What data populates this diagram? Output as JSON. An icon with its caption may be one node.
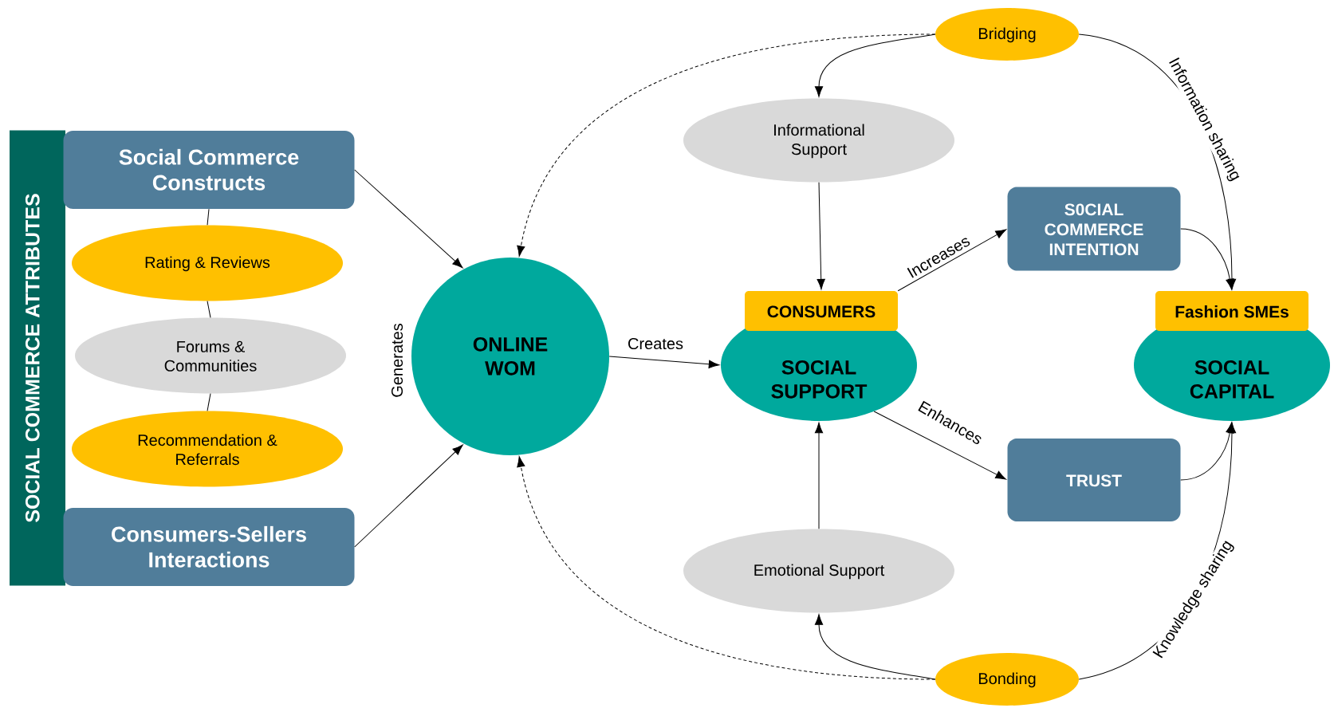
{
  "diagram": {
    "nodes": [
      {
        "text": [
          "SOCIAL COMMERCE ATTRIBUTES"
        ]
      },
      {
        "text": [
          "Social Commerce Constructs"
        ]
      },
      {
        "text": [
          "Rating & Reviews"
        ]
      },
      {
        "text": [
          "Forums & Communities"
        ]
      },
      {
        "text": [
          "Recommendation & Referrals"
        ]
      },
      {
        "text": [
          "Consumers-Sellers Interactions"
        ]
      },
      {
        "text": [
          "ONLINE WOM"
        ]
      },
      {
        "text": [
          "Bridging"
        ]
      },
      {
        "text": [
          "Informational Support"
        ]
      },
      {
        "text": [
          "SOCIAL SUPPORT"
        ]
      },
      {
        "text": [
          "CONSUMERS"
        ]
      },
      {
        "text": [
          "S0CIAL COMMERCE INTENTION"
        ]
      },
      {
        "text": [
          "TRUST"
        ]
      },
      {
        "text": [
          "Emotional Support"
        ]
      },
      {
        "text": [
          "Bonding"
        ]
      },
      {
        "text": [
          "SOCIAL CAPITAL"
        ]
      },
      {
        "text": [
          "Fashion SMEs"
        ]
      }
    ],
    "edges": [
      {
        "from": 1,
        "to": 2,
        "arrow": "none"
      },
      {
        "from": 2,
        "to": 3,
        "arrow": "none"
      },
      {
        "from": 3,
        "to": 4,
        "arrow": "none"
      },
      {
        "from": 1,
        "to": 6,
        "arrow": "to"
      },
      {
        "from": 5,
        "to": 6,
        "arrow": "to"
      },
      {
        "from": 7,
        "to": 6,
        "arrow": "to",
        "style": "dashed"
      },
      {
        "from": 14,
        "to": 6,
        "arrow": "to",
        "style": "dashed"
      },
      {
        "from": 6,
        "to": 9,
        "arrow": "to",
        "label": "Creates"
      },
      {
        "from": 7,
        "to": 8,
        "arrow": "to"
      },
      {
        "from": 8,
        "to": 10,
        "arrow": "to"
      },
      {
        "from": 10,
        "to": 11,
        "arrow": "to",
        "label": "Increases"
      },
      {
        "from": 9,
        "to": 12,
        "arrow": "to",
        "label": "Enhances"
      },
      {
        "from": 13,
        "to": 9,
        "arrow": "to"
      },
      {
        "from": 14,
        "to": 13,
        "arrow": "to"
      },
      {
        "from": 7,
        "to": 16,
        "arrow": "to",
        "label": "Information sharing"
      },
      {
        "from": 11,
        "to": 16,
        "arrow": "to"
      },
      {
        "from": 12,
        "to": 15,
        "arrow": "to"
      },
      {
        "from": 14,
        "to": 15,
        "arrow": "to",
        "label": "Knowledge sharing"
      }
    ],
    "labels": [
      "Generates"
    ]
  }
}
